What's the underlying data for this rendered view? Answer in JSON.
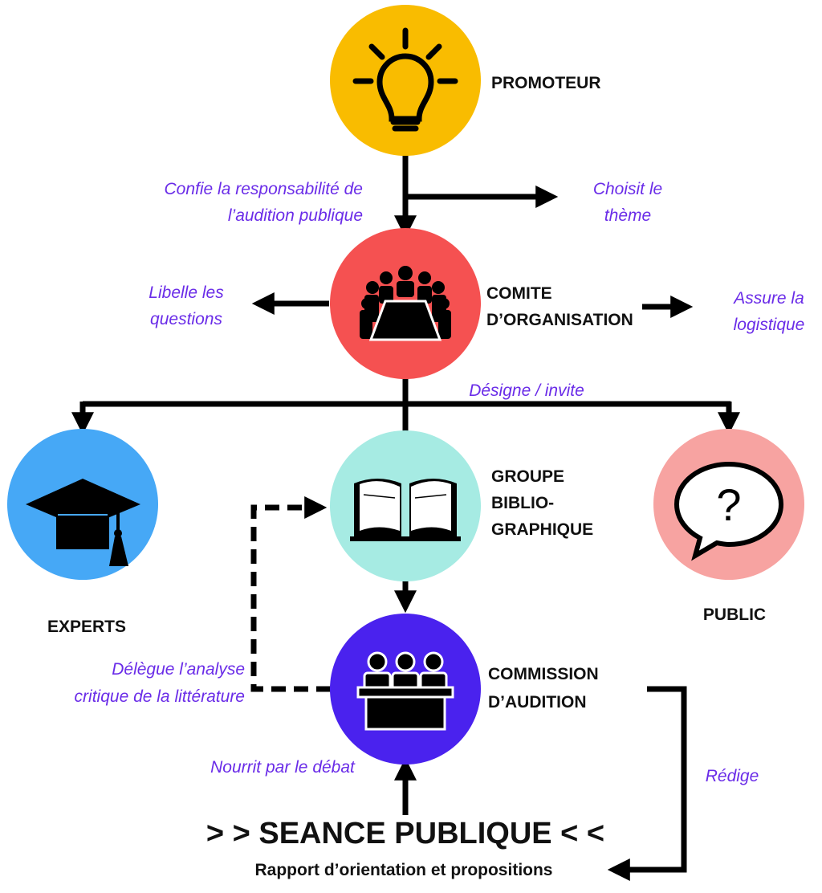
{
  "nodes": {
    "promoteur": {
      "label": "PROMOTEUR",
      "color": "#f9bc00"
    },
    "comite": {
      "label_line1": "COMITE",
      "label_line2": "D’ORGANISATION",
      "color": "#f55151"
    },
    "experts": {
      "label": "EXPERTS",
      "color": "#46a8f6"
    },
    "groupe": {
      "label_line1": "GROUPE",
      "label_line2": "BIBLIO-",
      "label_line3": "GRAPHIQUE",
      "color": "#a6ebe3"
    },
    "public": {
      "label": "PUBLIC",
      "color": "#f7a3a1"
    },
    "commission": {
      "label_line1": "COMMISSION",
      "label_line2": "D’AUDITION",
      "color": "#4a22ee"
    }
  },
  "edges": {
    "confie_line1": "Confie la responsabilité de",
    "confie_line2": "l’audition publique",
    "choisit_line1": "Choisit le",
    "choisit_line2": "thème",
    "libelle_line1": "Libelle les",
    "libelle_line2": "questions",
    "assure_line1": "Assure la",
    "assure_line2": "logistique",
    "designe": "Désigne / invite",
    "delegue_line1": "Délègue l’analyse",
    "delegue_line2": "critique de la littérature",
    "redige": "Rédige",
    "nourrit": "Nourrit par le débat"
  },
  "seance": {
    "title": "> > SEANCE PUBLIQUE < <",
    "subtitle": "Rapport d’orientation et propositions"
  },
  "icons": {
    "promoteur": "lightbulb-icon",
    "comite": "meeting-table-icon",
    "experts": "graduation-cap-icon",
    "groupe": "open-book-icon",
    "public": "speech-bubble-question-icon",
    "commission": "panel-jury-icon"
  },
  "colors": {
    "edge_text": "#6a2ce8",
    "lines": "#000000"
  }
}
